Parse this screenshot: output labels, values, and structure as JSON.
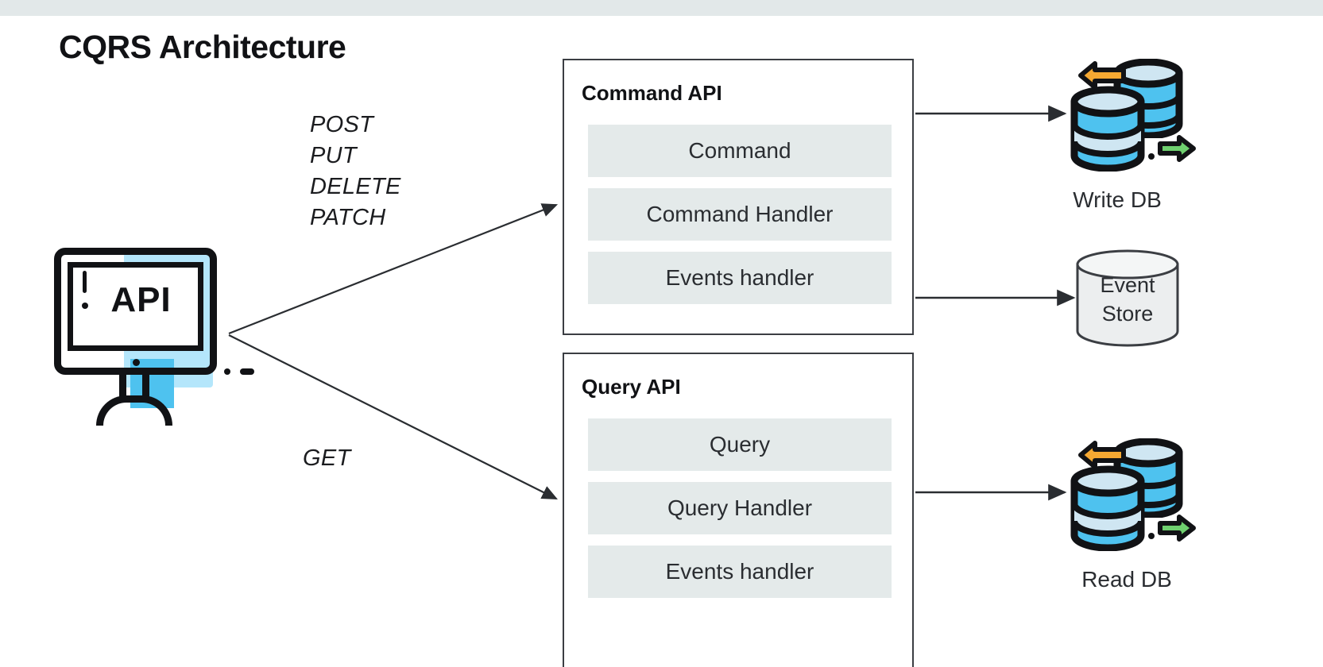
{
  "page": {
    "title": "CQRS Architecture"
  },
  "client": {
    "icon": "monitor-api-icon",
    "screen_text": "API"
  },
  "flows": {
    "write_verbs": [
      "POST",
      "PUT",
      "DELETE",
      "PATCH"
    ],
    "read_verbs": [
      "GET"
    ]
  },
  "panels": [
    {
      "id": "command-api",
      "title": "Command API",
      "rows": [
        "Command",
        "Command Handler",
        "Events handler"
      ]
    },
    {
      "id": "query-api",
      "title": "Query API",
      "rows": [
        "Query",
        "Query Handler",
        "Events handler"
      ]
    }
  ],
  "stores": [
    {
      "id": "write-db",
      "label": "Write DB",
      "icon": "database-stack-icon"
    },
    {
      "id": "event-store",
      "label_line1": "Event",
      "label_line2": "Store",
      "icon": "cylinder-icon"
    },
    {
      "id": "read-db",
      "label": "Read DB",
      "icon": "database-stack-icon"
    }
  ],
  "colors": {
    "accent_blue": "#4ec2ef",
    "accent_blue_light": "#b4e6fb",
    "row_gray": "#e4eaea",
    "arrow_orange": "#f5a832",
    "arrow_green": "#6fd06f",
    "line": "#3b3e43",
    "top_strip": "#e2e8e9"
  }
}
